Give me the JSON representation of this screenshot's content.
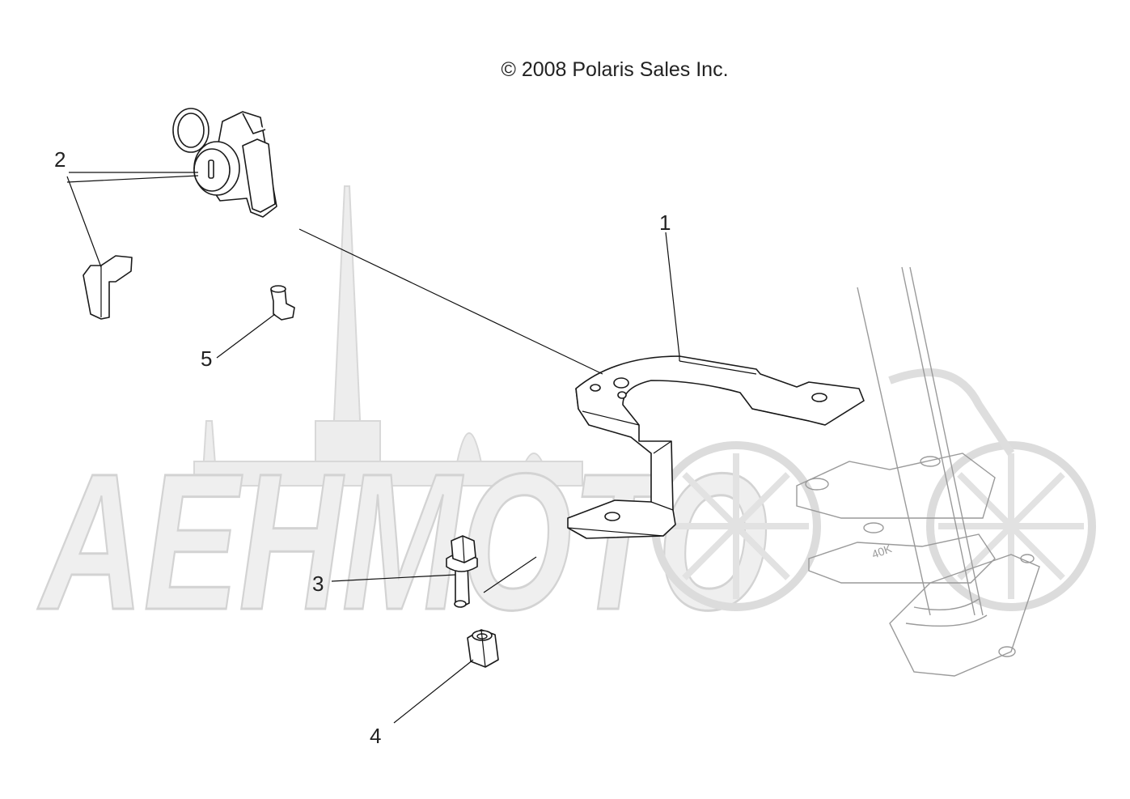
{
  "copyright": "© 2008 Polaris Sales Inc.",
  "watermark": {
    "text": "АЕНМОТО"
  },
  "callouts": [
    {
      "id": "1",
      "label": "1"
    },
    {
      "id": "2",
      "label": "2"
    },
    {
      "id": "3",
      "label": "3"
    },
    {
      "id": "4",
      "label": "4"
    },
    {
      "id": "5",
      "label": "5"
    }
  ],
  "colors": {
    "line": "#1a1a1a",
    "watermark": "#e6e6e6",
    "ghost_part": "#9a9a9a"
  }
}
